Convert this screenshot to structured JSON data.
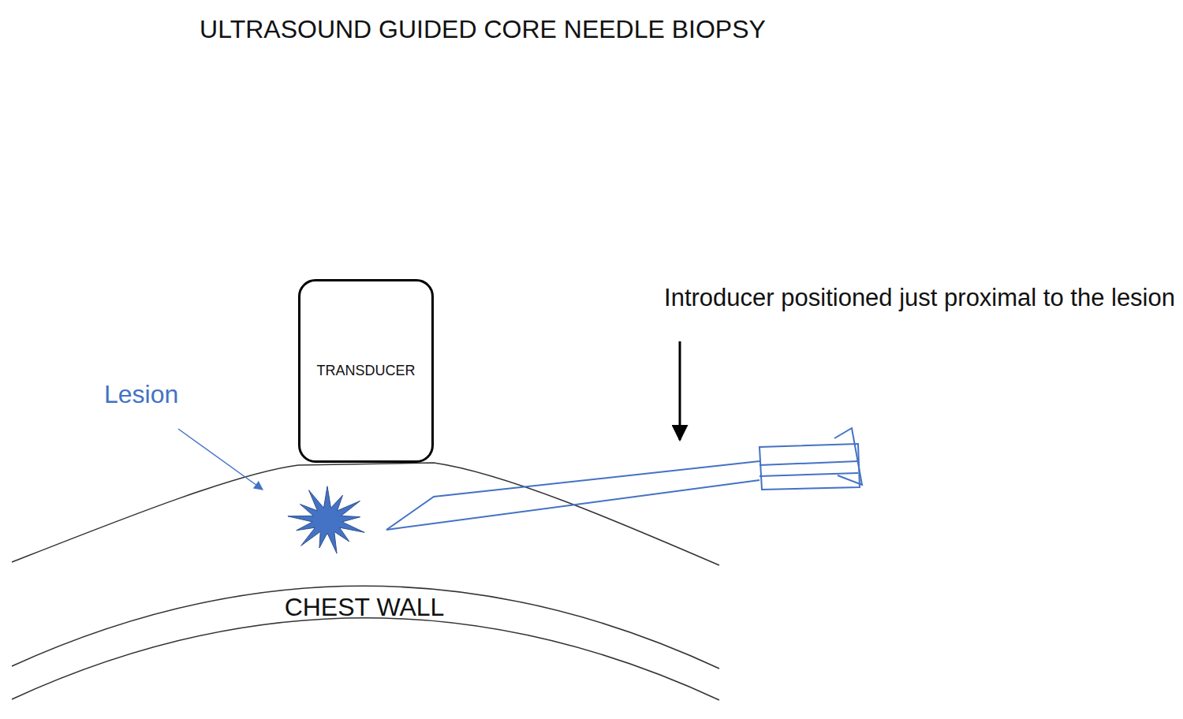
{
  "diagram": {
    "title": "ULTRASOUND GUIDED CORE NEEDLE BIOPSY",
    "nodes": [
      {
        "text": [
          "TRANSDUCER"
        ]
      }
    ],
    "labels": [
      "Lesion",
      "Introducer positioned just proximal to the lesion",
      "CHEST WALL"
    ]
  }
}
